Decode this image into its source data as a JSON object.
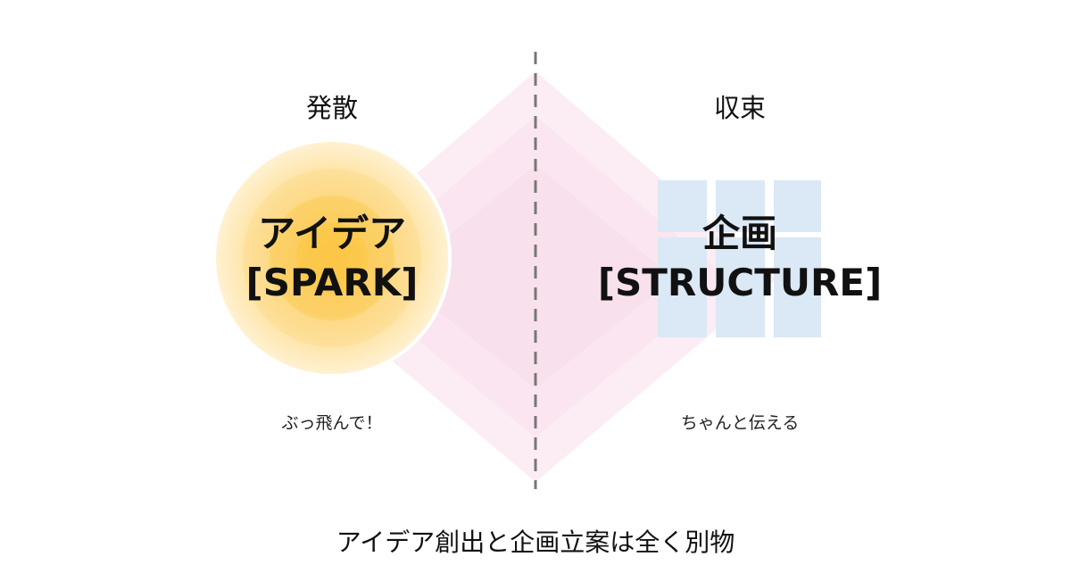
{
  "left": {
    "heading": "発散",
    "title": "アイデア",
    "subtitle": "[SPARK]",
    "caption": "ぶっ飛んで！"
  },
  "right": {
    "heading": "収束",
    "title": "企画",
    "subtitle": "[STRUCTURE]",
    "caption": "ちゃんと伝える"
  },
  "footer": "アイデア創出と企画立案は全く別物",
  "colors": {
    "spark_outer": "#fff1d2",
    "spark_core": "#fbc43a",
    "structure_blocks": "#dbe8f5",
    "diamond": "#fbe9f2",
    "divider": "#777777"
  }
}
